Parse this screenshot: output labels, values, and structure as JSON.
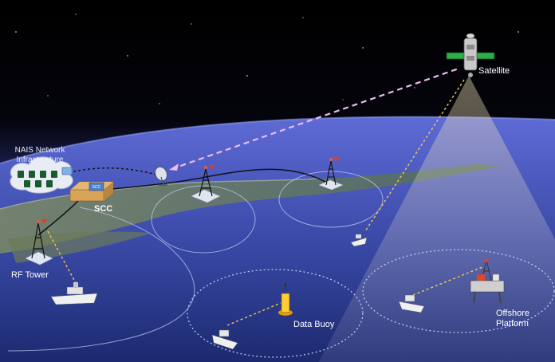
{
  "diagram": {
    "nodes": {
      "satellite": {
        "label": "Satellite"
      },
      "nais": {
        "label_line1": "NAIS Network",
        "label_line2": "Infrastructure"
      },
      "scc": {
        "label": "SCC",
        "sign": "SCC"
      },
      "rf_tower": {
        "label": "RF Tower"
      },
      "data_buoy": {
        "label": "Data Buoy"
      },
      "offshore_platform": {
        "label_line1": "Offshore",
        "label_line2": "Platform"
      }
    },
    "colors": {
      "space": "#000000",
      "ocean_deep": "#1e2b6e",
      "ocean_light": "#5c6ad0",
      "satellite_link": "#f0b9f2",
      "vessel_link": "#f2c84f",
      "coverage_ring": "#cfd8f6",
      "land": "#6e7f5a",
      "beam": "#e8d9a8"
    }
  }
}
